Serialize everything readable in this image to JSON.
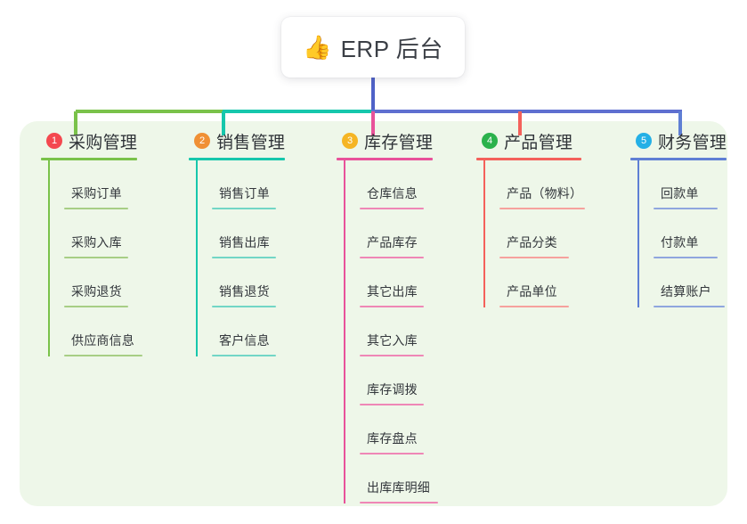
{
  "root": {
    "icon": "thumbs-up-icon",
    "emoji": "👍",
    "title": "ERP 后台"
  },
  "colors": {
    "panel_bg": "#eef7e9",
    "root_line": "#4f62c8",
    "branch_purchase": "#7ac24a",
    "branch_sales": "#16c7ac",
    "branch_inventory": "#e8529a",
    "branch_product": "#f4615b",
    "branch_finance": "#6f8bd8"
  },
  "columns": [
    {
      "index": "1",
      "title": "采购管理",
      "badge_color": "#f4484f",
      "line_color": "#7ac24a",
      "leaf_line_color": "#a7ce85",
      "items": [
        "采购订单",
        "采购入库",
        "采购退货",
        "供应商信息"
      ]
    },
    {
      "index": "2",
      "title": "销售管理",
      "badge_color": "#f09035",
      "line_color": "#16c7ac",
      "leaf_line_color": "#72d6c6",
      "items": [
        "销售订单",
        "销售出库",
        "销售退货",
        "客户信息"
      ]
    },
    {
      "index": "3",
      "title": "库存管理",
      "badge_color": "#f5b524",
      "line_color": "#e8529a",
      "leaf_line_color": "#ef87b6",
      "items": [
        "仓库信息",
        "产品库存",
        "其它出库",
        "其它入库",
        "库存调拨",
        "库存盘点",
        "出库库明细"
      ]
    },
    {
      "index": "4",
      "title": "产品管理",
      "badge_color": "#2bb24c",
      "line_color": "#f4615b",
      "leaf_line_color": "#f6a19d",
      "items": [
        "产品（物料）",
        "产品分类",
        "产品单位"
      ]
    },
    {
      "index": "5",
      "title": "财务管理",
      "badge_color": "#24b0e6",
      "line_color": "#5f7fd4",
      "leaf_line_color": "#8fa6de",
      "items": [
        "回款单",
        "付款单",
        "结算账户"
      ]
    }
  ]
}
